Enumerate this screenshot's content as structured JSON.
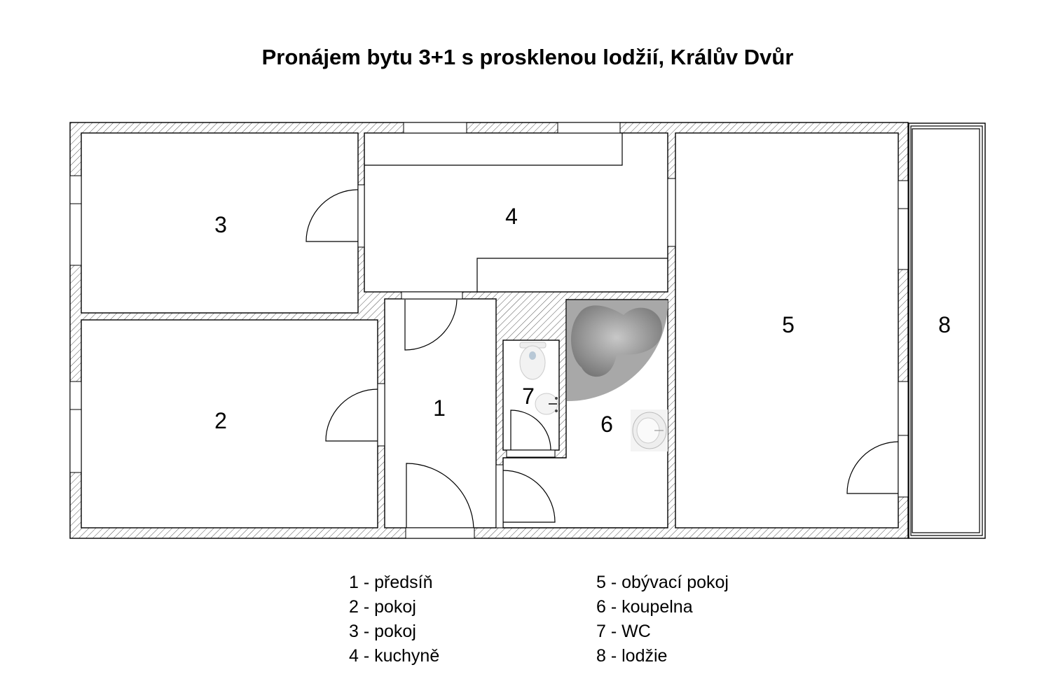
{
  "title": "Pronájem bytu 3+1 s prosklenou lodžií, Králův Dvůr",
  "rooms": [
    {
      "num": "1",
      "name": "předsíň"
    },
    {
      "num": "2",
      "name": "pokoj"
    },
    {
      "num": "3",
      "name": "pokoj"
    },
    {
      "num": "4",
      "name": "kuchyně"
    },
    {
      "num": "5",
      "name": "obývací pokoj"
    },
    {
      "num": "6",
      "name": "koupelna"
    },
    {
      "num": "7",
      "name": "WC"
    },
    {
      "num": "8",
      "name": "lodžie"
    }
  ],
  "legend": {
    "left": [
      "1 - předsíň",
      "2 - pokoj",
      "3 - pokoj",
      "4 - kuchyně"
    ],
    "right": [
      "5 - obývací pokoj",
      "6 - koupelna",
      "7 - WC",
      "8 - lodžie"
    ]
  }
}
